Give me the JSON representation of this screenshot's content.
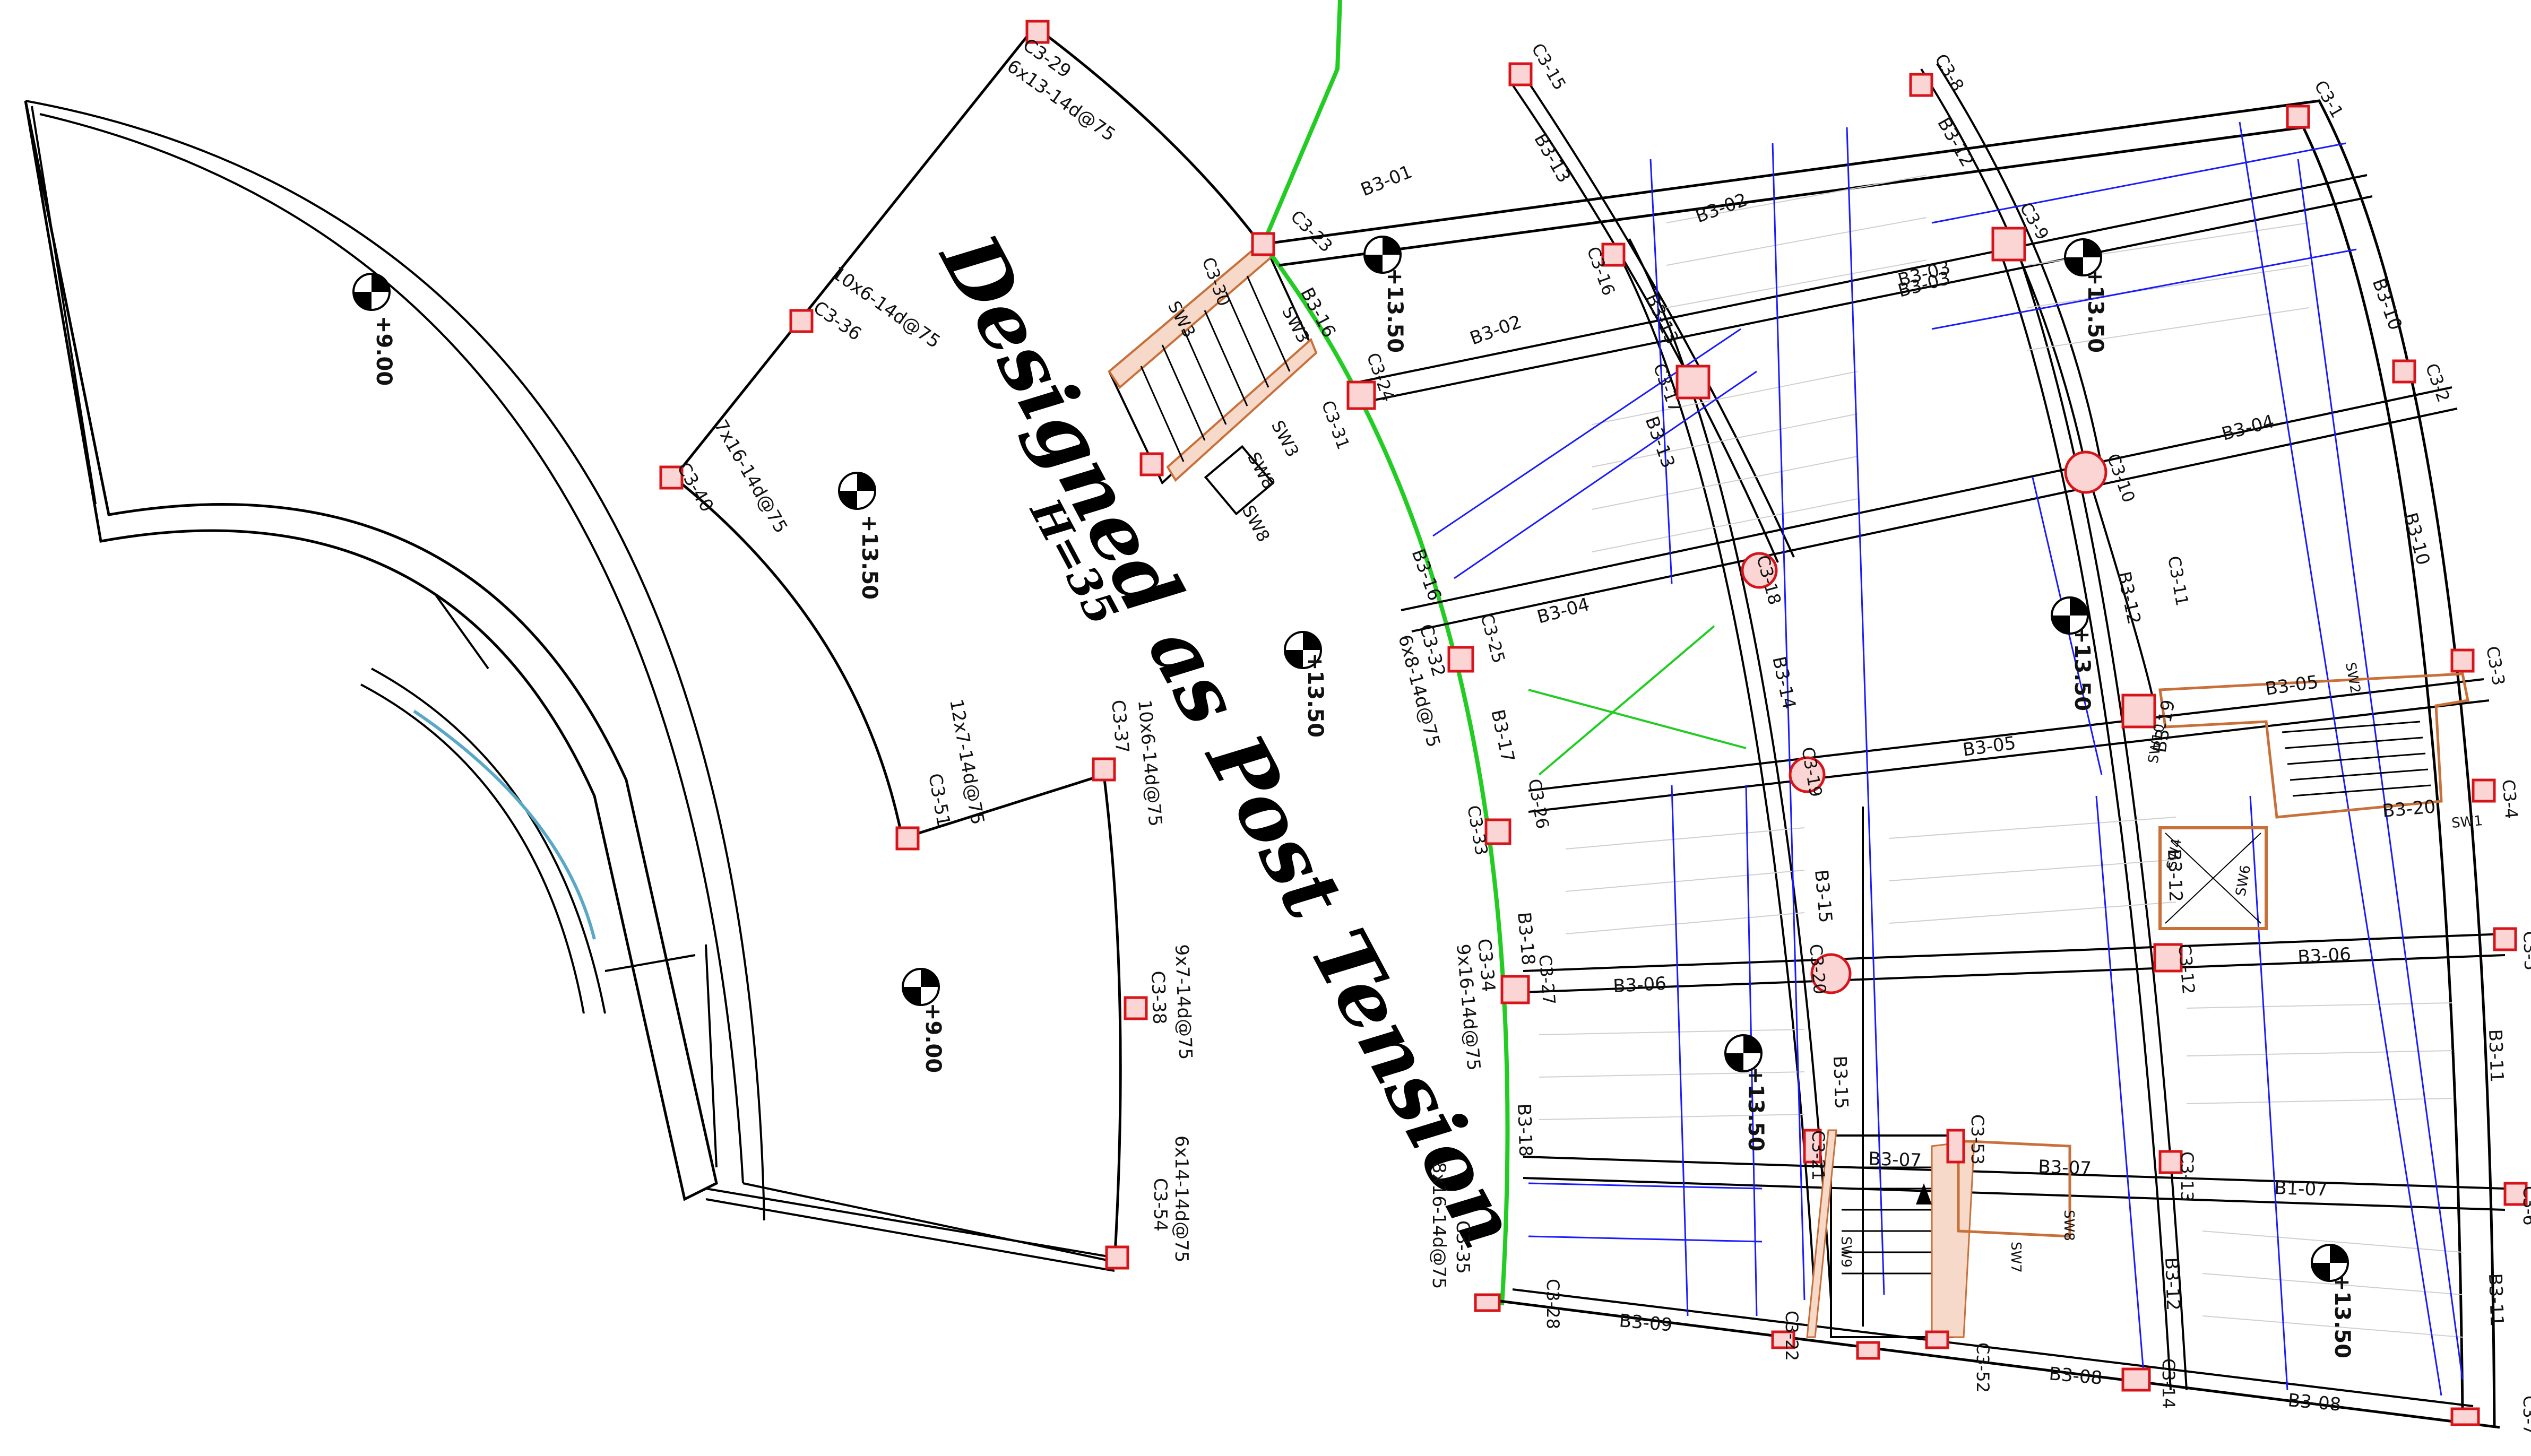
{
  "title": "Designed as Post Tension",
  "subtitle": "H=35",
  "levels": [
    "+9.00",
    "+13.50",
    "+13.50",
    "+9.00",
    "+13.50",
    "+13.50",
    "+13.50",
    "+13.50",
    "+13.50"
  ],
  "columns": [
    {
      "label": "C3-29",
      "spec": "6x13-14d@75"
    },
    {
      "label": "C3-36",
      "spec": "10x6-14d@75"
    },
    {
      "label": "C3-40",
      "spec": "7x16-14d@75"
    },
    {
      "label": "C3-51",
      "spec": "12x7-14d@75"
    },
    {
      "label": "C3-37",
      "spec": "10x6-14d@75"
    },
    {
      "label": "C3-38",
      "spec": "9x7-14d@75"
    },
    {
      "label": "C3-54",
      "spec": "6x14-14d@75"
    },
    {
      "label": "C3-32",
      "spec": "6x8-14d@75"
    },
    {
      "label": "C3-34",
      "spec": "9x16-14d@75"
    },
    {
      "label": "C3-35",
      "spec": "8x16-14d@75"
    }
  ],
  "col_labels": [
    "C3-30",
    "C3-31",
    "C3-23",
    "C3-24",
    "C3-16",
    "C3-17",
    "C3-25",
    "C3-33",
    "C3-26",
    "C3-27",
    "C3-28",
    "C3-15",
    "C3-8",
    "C3-1",
    "C3-9",
    "C3-2",
    "C3-10",
    "C3-18",
    "C3-19",
    "C3-20",
    "C3-21",
    "C3-22",
    "C3-3",
    "C3-4",
    "C3-5",
    "C3-6",
    "C3-7",
    "C3-11",
    "C3-12",
    "C3-13",
    "C3-14",
    "C3-52",
    "C3-53"
  ],
  "beams": [
    "B3-01",
    "B3-13",
    "B3-02",
    "B3-12",
    "B3-16",
    "B3-02",
    "B3-03",
    "B3-13",
    "B3-10",
    "B3-04",
    "B3-04",
    "B3-12",
    "B3-10",
    "B3-17",
    "B3-14",
    "B3-05",
    "B3-05",
    "B3-18",
    "B3-06",
    "B3-06",
    "B3-15",
    "B3-11",
    "B3-07",
    "B3-07",
    "B1-07",
    "B3-09",
    "B3-08",
    "B3-08",
    "B3-12",
    "B3-11",
    "B3-19",
    "B3-20",
    "B3-13",
    "B3-15",
    "B3-12",
    "B3-03",
    "B3-18",
    "B3-16"
  ],
  "walls": [
    "SW3",
    "SW3",
    "SW3",
    "SW8",
    "SW8",
    "SW4",
    "SW6",
    "SW7",
    "SW9",
    "SW10",
    "SW8",
    "SW1",
    "SW2"
  ],
  "colors": {
    "line": "#000000",
    "column_fill": "#fbd4d4",
    "column_stroke": "#d8141b",
    "rebar": "#1a1aff",
    "edge": "#22cc22",
    "wall": "#c8703a"
  }
}
